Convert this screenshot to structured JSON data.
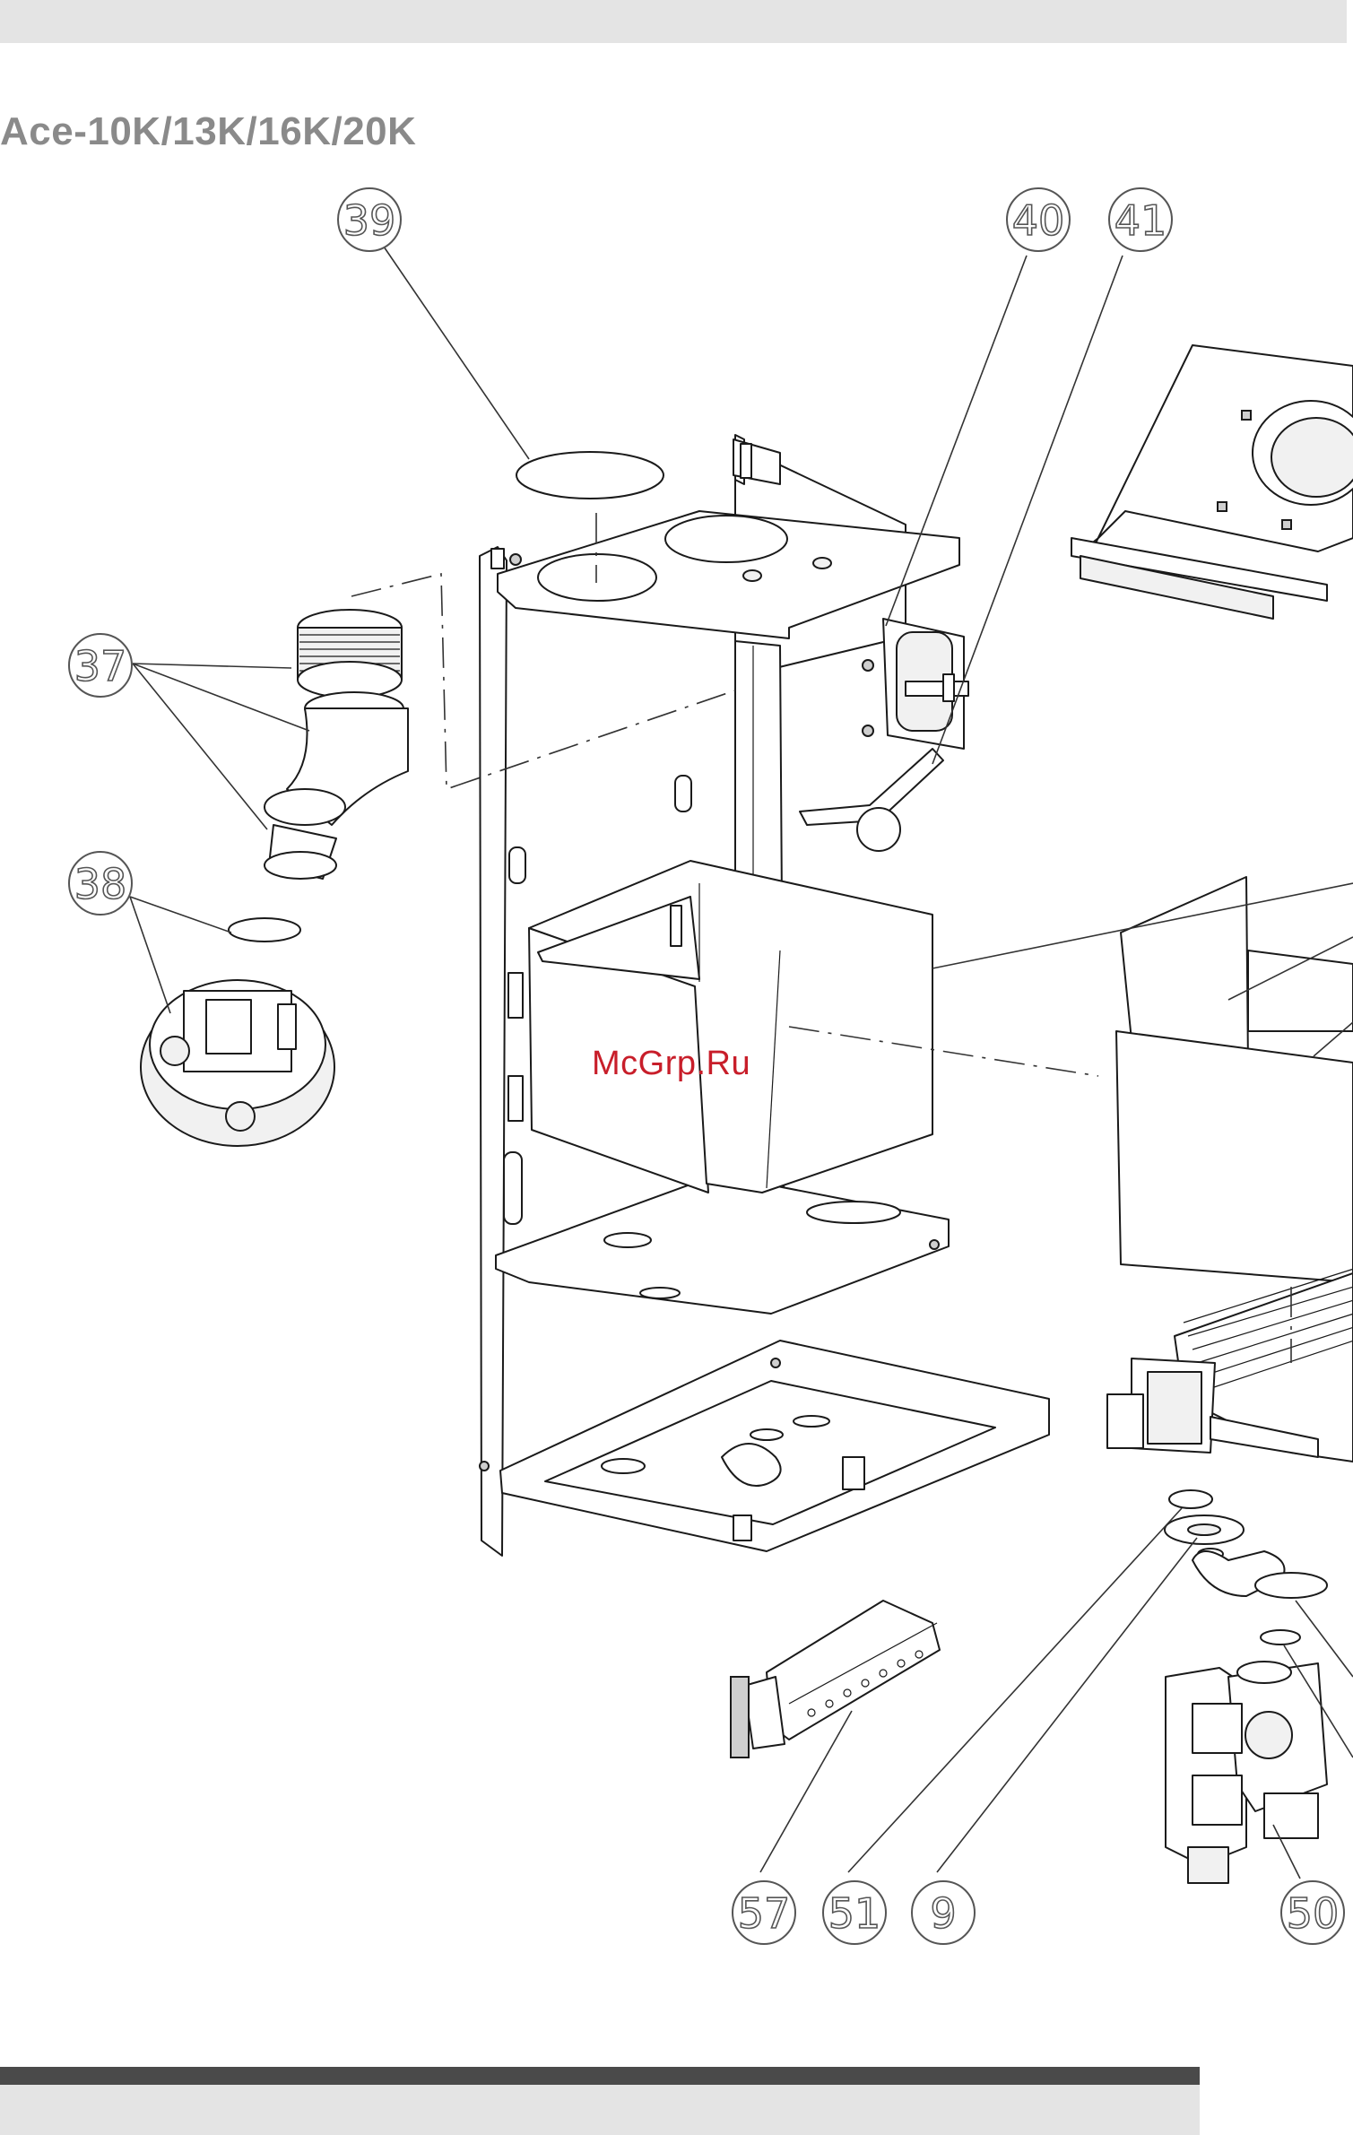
{
  "header": {
    "title": "Ace-10K/13K/16K/20K"
  },
  "watermark": {
    "text": "McGrp.Ru",
    "color": "#c81e2a"
  },
  "callouts": [
    {
      "id": "callout-39",
      "label": "39"
    },
    {
      "id": "callout-40",
      "label": "40"
    },
    {
      "id": "callout-41",
      "label": "41"
    },
    {
      "id": "callout-37",
      "label": "37"
    },
    {
      "id": "callout-38",
      "label": "38"
    },
    {
      "id": "callout-57",
      "label": "57"
    },
    {
      "id": "callout-51",
      "label": "51"
    },
    {
      "id": "callout-9",
      "label": "9"
    },
    {
      "id": "callout-50",
      "label": "50"
    }
  ],
  "colors": {
    "band": "#e4e4e4",
    "band_dark": "#4a4a4a",
    "title": "#8a8a8a"
  }
}
